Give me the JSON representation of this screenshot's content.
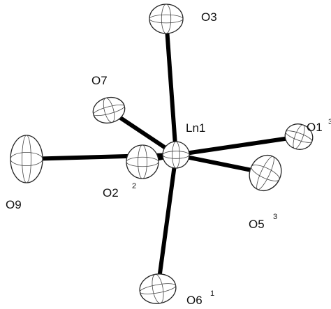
{
  "diagram": {
    "central_atom": {
      "id": "Ln1",
      "label": "Ln1",
      "superscript": ""
    },
    "ligands": [
      {
        "id": "O3",
        "label": "O3",
        "superscript": ""
      },
      {
        "id": "O7",
        "label": "O7",
        "superscript": ""
      },
      {
        "id": "O1",
        "label": "O1",
        "superscript": "3"
      },
      {
        "id": "O9",
        "label": "O9",
        "superscript": ""
      },
      {
        "id": "O2",
        "label": "O2",
        "superscript": "2"
      },
      {
        "id": "O5",
        "label": "O5",
        "superscript": "3"
      },
      {
        "id": "O6",
        "label": "O6",
        "superscript": "1"
      }
    ],
    "bonds": [
      [
        "Ln1",
        "O3"
      ],
      [
        "Ln1",
        "O7"
      ],
      [
        "Ln1",
        "O1"
      ],
      [
        "Ln1",
        "O9"
      ],
      [
        "Ln1",
        "O2"
      ],
      [
        "Ln1",
        "O5"
      ],
      [
        "Ln1",
        "O6"
      ]
    ],
    "colors": {
      "bond": "#000000",
      "ellipsoid_fill": "#ffffff",
      "ellipsoid_stroke": "#222222",
      "text": "#111111"
    }
  }
}
